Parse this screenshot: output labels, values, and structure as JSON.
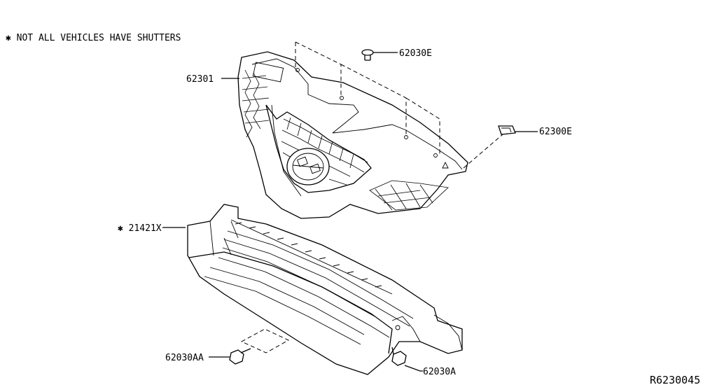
{
  "note": "✱ NOT ALL VEHICLES HAVE SHUTTERS",
  "diagram_code": "R6230045",
  "callouts": {
    "grille": "62301",
    "clip_top": "62030E",
    "clip_side": "62300E",
    "shutter": "✱ 21421X",
    "bolt_left": "62030AA",
    "bolt_right": "62030A"
  }
}
